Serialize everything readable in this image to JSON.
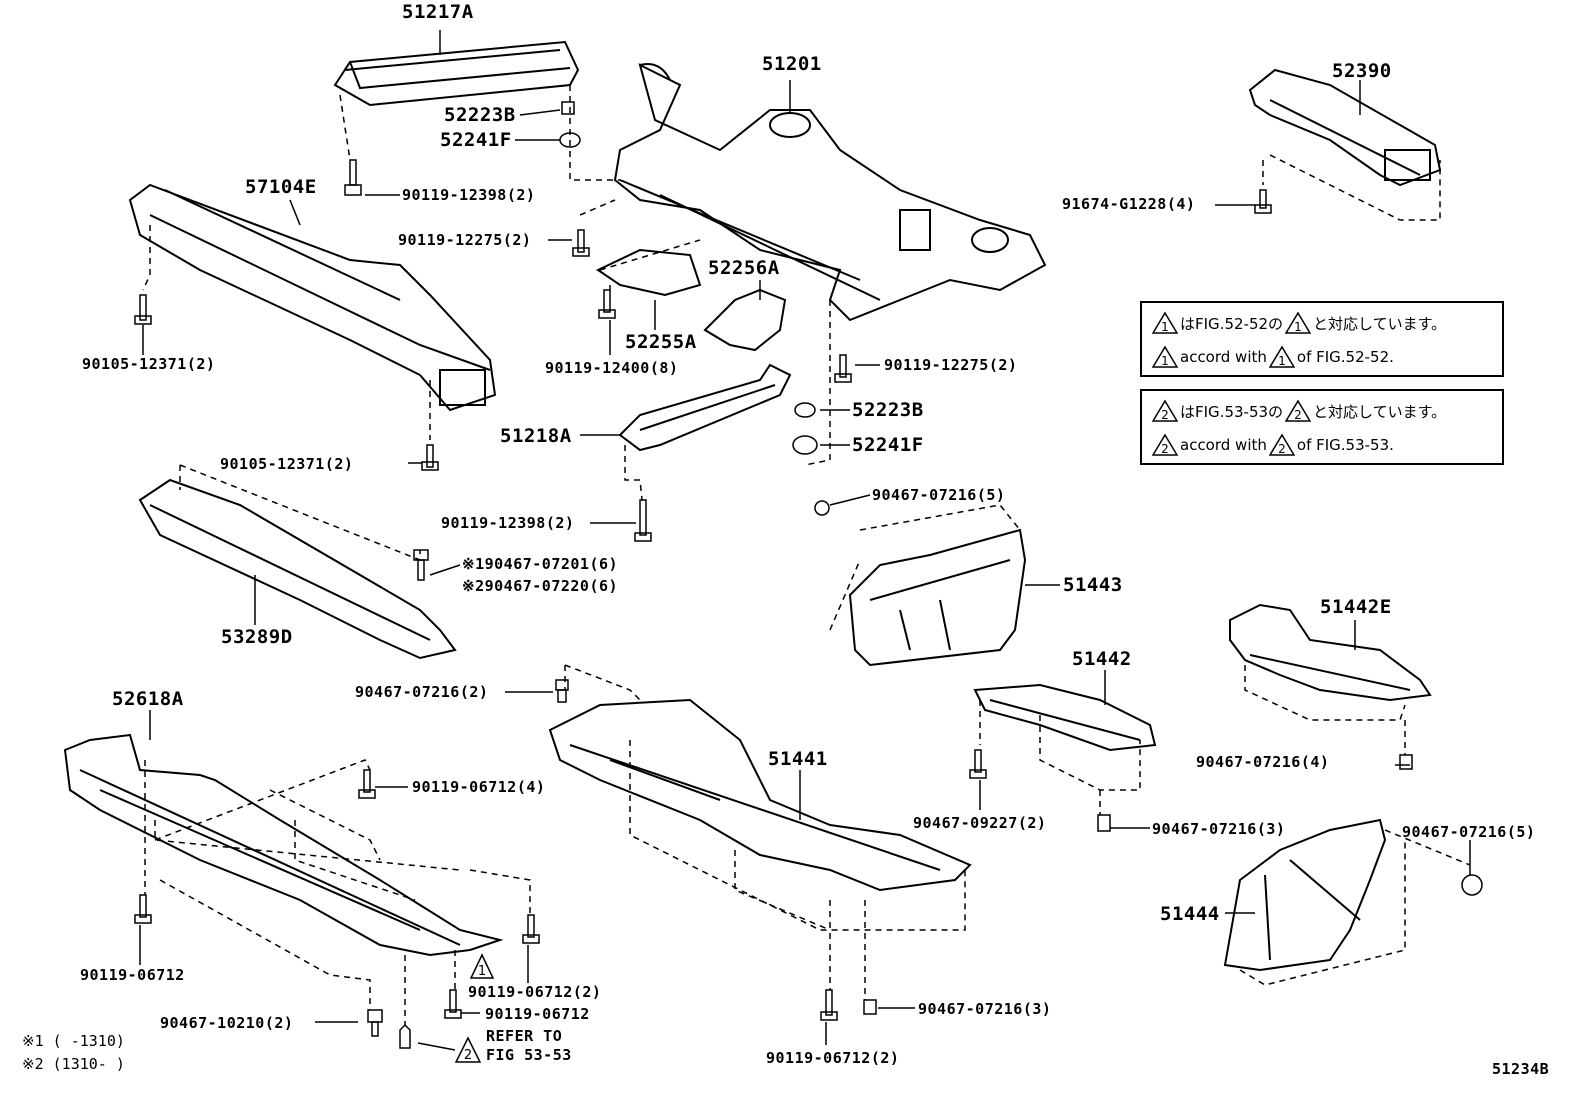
{
  "parts": {
    "p51217A": "51217A",
    "p52223B_top": "52223B",
    "p52241F_top": "52241F",
    "p90119_12398_top": "90119-12398(2)",
    "p57104E": "57104E",
    "p90119_12275_left": "90119-12275(2)",
    "p90105_12371_a": "90105-12371(2)",
    "p90105_12371_b": "90105-12371(2)",
    "p51201": "51201",
    "p52256A": "52256A",
    "p52255A": "52255A",
    "p90119_12400": "90119-12400(8)",
    "p90119_12275_right": "90119-12275(2)",
    "p52223B_mid": "52223B",
    "p52241F_mid": "52241F",
    "p51218A": "51218A",
    "p90119_12398_mid": "90119-12398(2)",
    "p52390": "52390",
    "p91674": "91674-G1228(4)",
    "p53289D": "53289D",
    "p90467_07201": "※190467-07201(6)",
    "p90467_07220": "※290467-07220(6)",
    "p90467_07216_5a": "90467-07216(5)",
    "p51443": "51443",
    "p51442E": "51442E",
    "p51442": "51442",
    "p90467_07216_2": "90467-07216(2)",
    "p52618A": "52618A",
    "p90119_06712_4": "90119-06712(4)",
    "p51441": "51441",
    "p90467_09227": "90467-09227(2)",
    "p90467_07216_4": "90467-07216(4)",
    "p90467_07216_3a": "90467-07216(3)",
    "p90467_07216_5b": "90467-07216(5)",
    "p51444": "51444",
    "p90119_06712_a": "90119-06712",
    "p90119_06712_2a": "90119-06712(2)",
    "p90119_06712_b": "90119-06712",
    "p90467_10210": "90467-10210(2)",
    "p90467_07216_3b": "90467-07216(3)",
    "p90119_06712_2b": "90119-06712(2)",
    "refer1": "REFER TO",
    "refer2": "FIG 53-53"
  },
  "triangle_marks": {
    "one": "1",
    "two": "2"
  },
  "notes": {
    "box1_ja_suffix1": "はFIG.52-52の",
    "box1_ja_suffix2": "と対応しています。",
    "box1_en_a": "accord with",
    "box1_en_b": "of FIG.52-52.",
    "box2_ja_suffix1": "はFIG.53-53の",
    "box2_ja_suffix2": "と対応しています。",
    "box2_en_a": "accord with",
    "box2_en_b": "of FIG.53-53.",
    "footnote1": "※1 (     -1310)",
    "footnote2": "※2 (1310-     )"
  },
  "figure_id": "51234B"
}
